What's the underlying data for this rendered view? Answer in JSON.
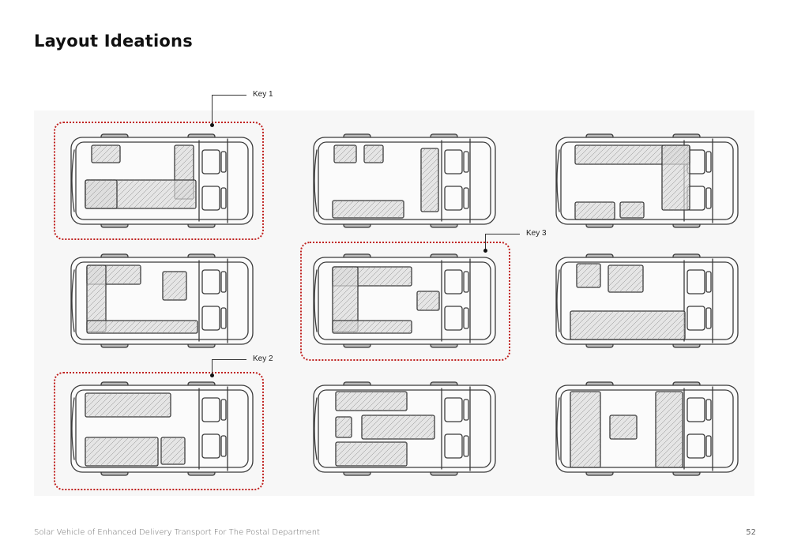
{
  "page": {
    "title": "Layout Ideations",
    "footer": "Solar Vehicle of Enhanced Delivery Transport For The Postal Department",
    "page_number": "52"
  },
  "keys": [
    {
      "label": "Key 1"
    },
    {
      "label": "Key 2"
    },
    {
      "label": "Key 3"
    }
  ],
  "colors": {
    "accent": "#c0211f",
    "sketch_stroke": "#3a3a3a",
    "sketch_fill": "#dcdcdc",
    "background": "#ffffff"
  }
}
